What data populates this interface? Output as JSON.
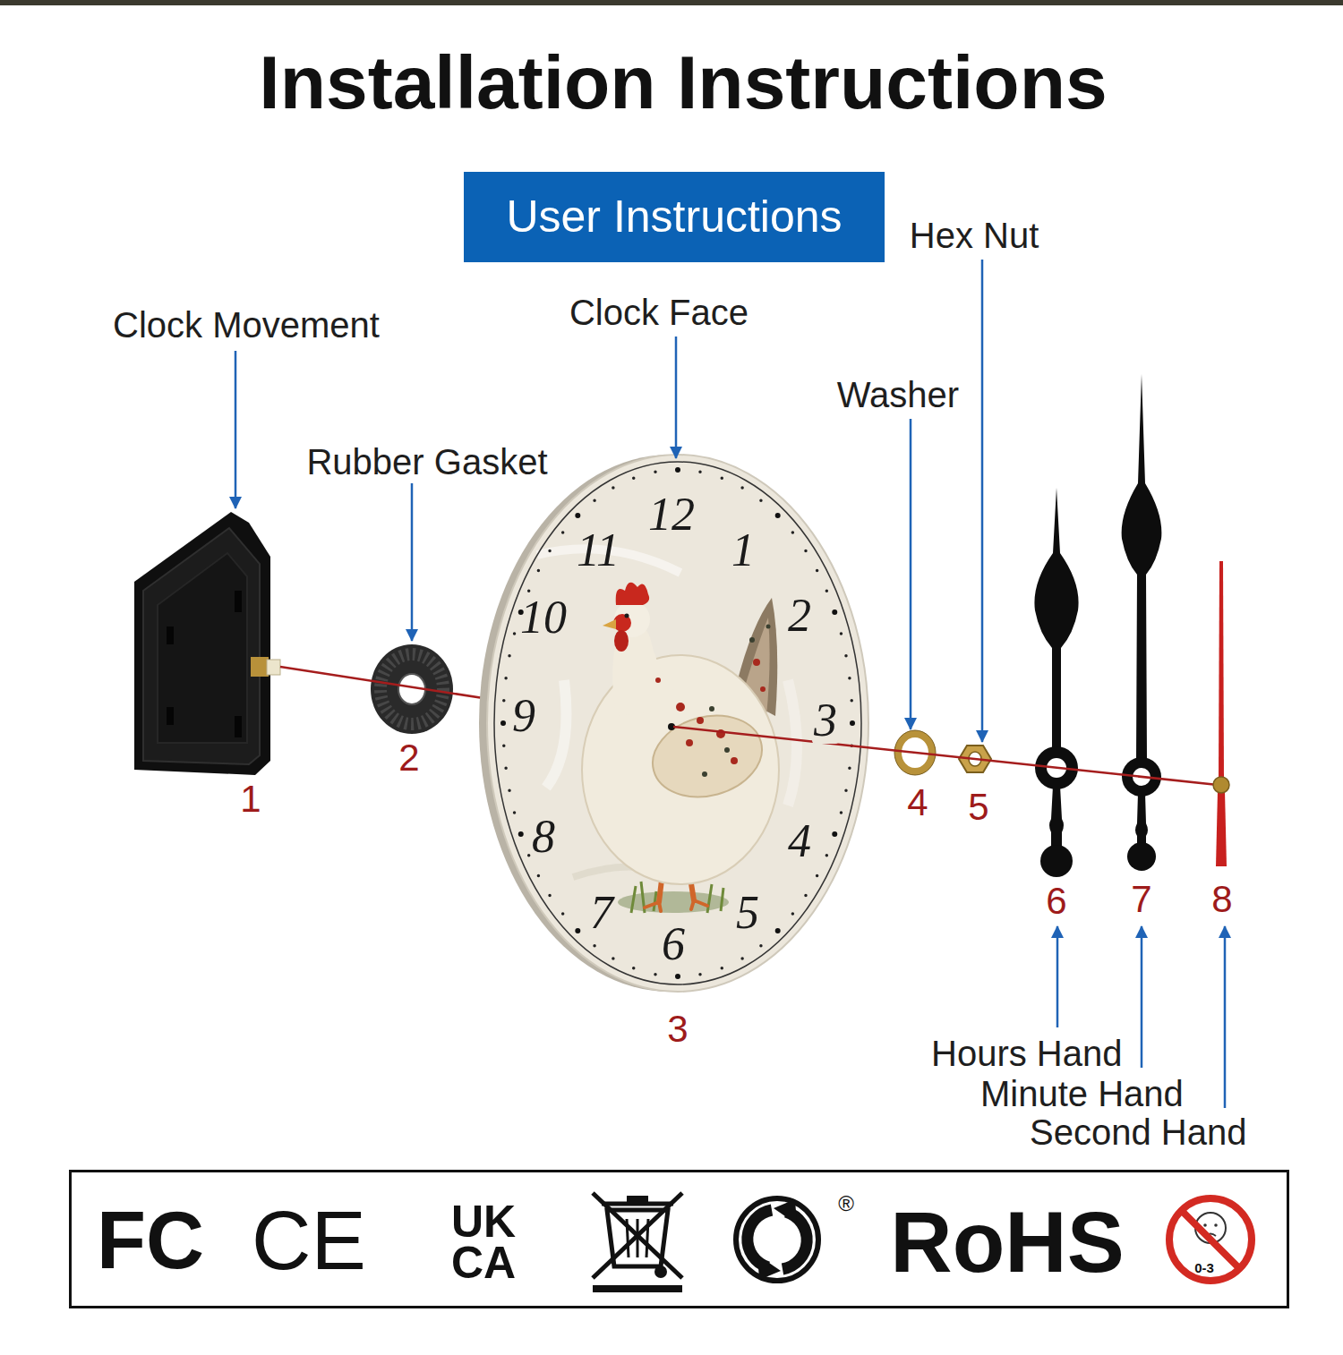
{
  "diagram": {
    "title": "Installation Instructions",
    "nodes": [
      {
        "text": [
          "User Instructions"
        ]
      },
      {
        "text": [
          "FC",
          "CE",
          "UK CA",
          "®",
          "RoHS",
          "0-3"
        ]
      }
    ],
    "labels": [
      "Hex Nut",
      "Clock Face",
      "Clock Movement",
      "Washer",
      "Rubber Gasket",
      "12",
      "1",
      "2",
      "3",
      "4",
      "5",
      "6",
      "7",
      "8",
      "9",
      "10",
      "11",
      "1",
      "2",
      "3",
      "4",
      "5",
      "6",
      "7",
      "8",
      "Hours Hand",
      "Minute Hand",
      "Second Hand"
    ]
  }
}
